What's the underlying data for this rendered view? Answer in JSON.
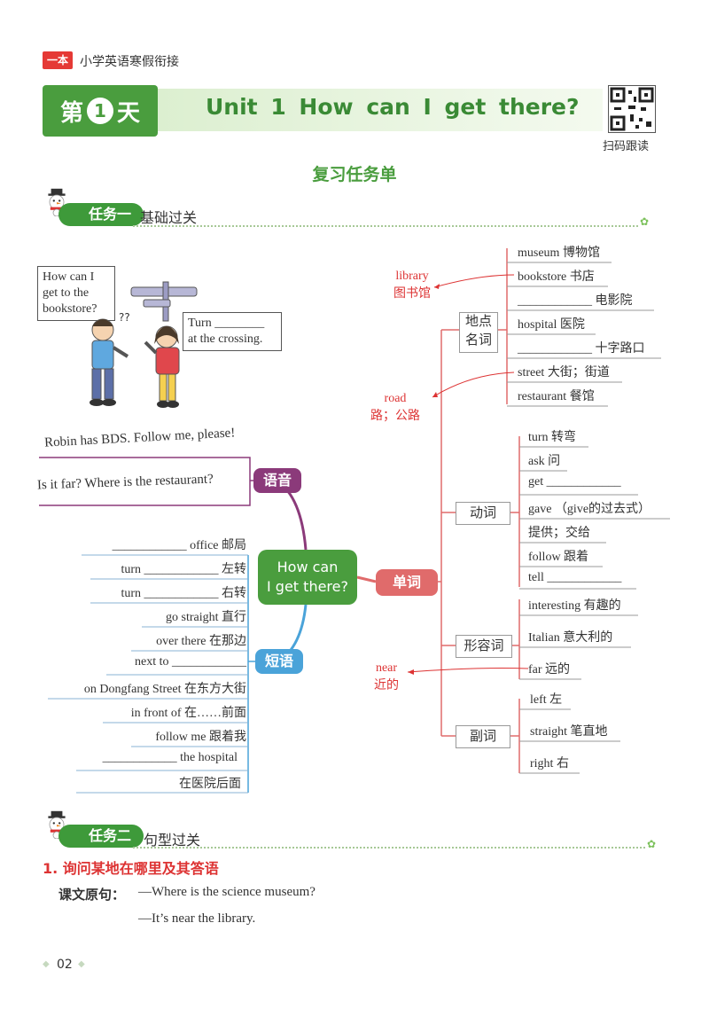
{
  "header": {
    "brand": "一本",
    "brand_sub": "小学英语寒假衔接",
    "day_prefix": "第",
    "day_num": "1",
    "day_suffix": "天",
    "unit_title": "Unit 1    How can I get there?",
    "qr_label": "扫码跟读"
  },
  "doc_title": "复习任务单",
  "task1": {
    "pill": "任务一",
    "label": "基础过关"
  },
  "task2": {
    "pill": "任务二",
    "label": "句型过关"
  },
  "dialog": {
    "bubble_left": [
      "How can I",
      "get to the",
      "bookstore?"
    ],
    "bubble_right": [
      "Turn ________",
      "at the crossing."
    ],
    "sign_q": "??"
  },
  "mindmap": {
    "center": [
      "How can",
      "I get there?"
    ],
    "yuyin": "语音",
    "duanyu": "短语",
    "danci": "单词",
    "yuyin_items": [
      "Robin has BDS. Follow me, please!",
      "Is it far? Where is the restaurant?"
    ],
    "phrases": [
      "____________ office 邮局",
      "turn ____________ 左转",
      "turn ____________ 右转",
      "go straight 直行",
      "over there 在那边",
      "next to ____________",
      "on Dongfang Street 在东方大街",
      "in front of 在……前面",
      "follow me 跟着我",
      "____________ the hospital",
      "在医院后面"
    ],
    "categories": {
      "didian": [
        "地点",
        "名词"
      ],
      "dongci": "动词",
      "xingrongci": "形容词",
      "fuci": "副词"
    },
    "place_words": [
      "museum 博物馆",
      "bookstore 书店",
      "____________ 电影院",
      "hospital 医院",
      "____________ 十字路口",
      "street 大街；街道",
      "restaurant 餐馆"
    ],
    "verb_words": [
      "turn 转弯",
      "ask 问",
      "get ____________",
      "gave （give的过去式）",
      "提供；交给",
      "follow 跟着",
      "tell ____________"
    ],
    "adj_words": [
      "interesting 有趣的",
      "Italian 意大利的",
      "far 远的"
    ],
    "adv_words": [
      "left 左",
      "straight 笔直地",
      "right 右"
    ],
    "side_notes": [
      {
        "en": "library",
        "zh": "图书馆"
      },
      {
        "en": "road",
        "zh": "路；公路"
      },
      {
        "en": "near",
        "zh": "近的"
      }
    ]
  },
  "section1": {
    "title": "1. 询问某地在哪里及其答语",
    "label": "课文原句：",
    "line1": "—Where is the science museum?",
    "line2": "—It’s near the library."
  },
  "page_number": "02",
  "colors": {
    "green": "#4a9d3e",
    "purple": "#8b3a7a",
    "blue": "#4aa3d9",
    "red": "#d33"
  }
}
